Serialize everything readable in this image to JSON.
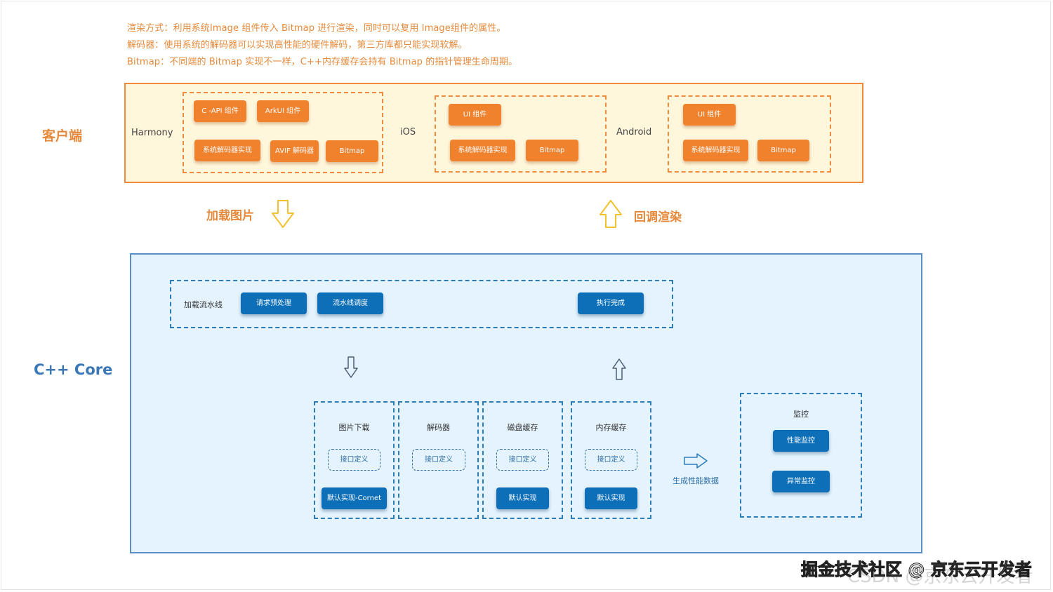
{
  "notes": [
    "渲染方式：利用系统Image 组件传入 Bitmap 进行渲染，同时可以复用 Image组件的属性。",
    "解码器：使用系统的解码器可以实现高性能的硬件解码，第三方库都只能实现软解。",
    "Bitmap：不同端的 Bitmap 实现不一样，C++内存缓存会持有 Bitmap 的指针管理生命周期。"
  ],
  "client": {
    "label": "客户端",
    "harmony": {
      "name": "Harmony",
      "buttons": [
        "C -API 组件",
        "ArkUI 组件",
        "系统解码器实现",
        "AVIF 解码器",
        "Bitmap"
      ]
    },
    "ios": {
      "name": "iOS",
      "buttons": [
        "UI 组件",
        "系统解码器实现",
        "Bitmap"
      ]
    },
    "android": {
      "name": "Android",
      "buttons": [
        "UI 组件",
        "系统解码器实现",
        "Bitmap"
      ]
    }
  },
  "flow": {
    "load_label": "加载图片",
    "callback_label": "回调渲染"
  },
  "core": {
    "label": "C++ Core",
    "pipeline": {
      "title": "加载流水线",
      "steps": [
        "请求预处理",
        "流水线调度",
        "执行完成"
      ]
    },
    "modules": [
      {
        "title": "图片下载",
        "interface": "接口定义",
        "impl": "默认实现-Cornet"
      },
      {
        "title": "解码器",
        "interface": "接口定义"
      },
      {
        "title": "磁盘缓存",
        "interface": "接口定义",
        "impl": "默认实现"
      },
      {
        "title": "内存缓存",
        "interface": "接口定义",
        "impl": "默认实现"
      }
    ],
    "perf_label": "生成性能数据",
    "monitor": {
      "title": "监控",
      "items": [
        "性能监控",
        "异常监控"
      ]
    }
  },
  "watermark": {
    "juejin": "掘金技术社区 @ 京东云开发者",
    "csdn": "CSDN @京东云开发者"
  },
  "colors": {
    "orange": "#f0812d",
    "orange_text": "#e58a3c",
    "blue": "#0d6fb8",
    "core_label": "#3b78b8",
    "client_bg": "#fff7dc",
    "core_bg": "#e4f3fd"
  }
}
